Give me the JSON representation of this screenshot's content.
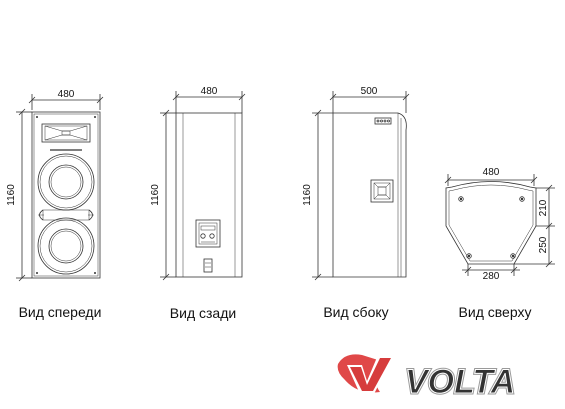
{
  "front": {
    "width": "480",
    "height": "1160",
    "label": "Вид спереди"
  },
  "back": {
    "width": "480",
    "height": "1160",
    "label": "Вид сзади"
  },
  "side": {
    "width": "500",
    "height": "1160",
    "label": "Вид сбоку"
  },
  "top": {
    "width": "480",
    "depth_front": "210",
    "depth_back": "250",
    "bottom_width": "280",
    "label": "Вид сверху"
  },
  "logo": {
    "text": "VOLTA",
    "colors": {
      "red": "#e04848",
      "dark": "#333333",
      "grey": "#9a9a9a"
    }
  }
}
